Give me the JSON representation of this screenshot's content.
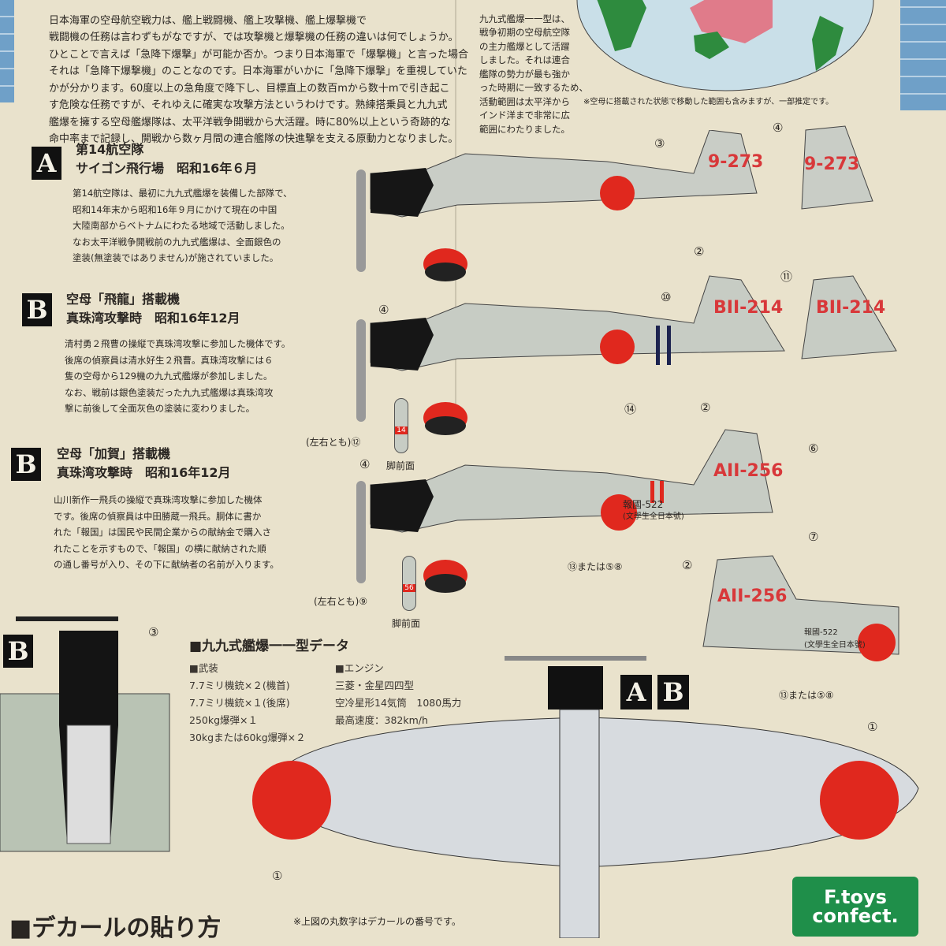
{
  "intro": {
    "lines": [
      "日本海軍の空母航空戦力は、艦上戦闘機、艦上攻撃機、艦上爆撃機で",
      "戦闘機の任務は言わずもがなですが、では攻撃機と爆撃機の任務の違いは何でしょうか。",
      "ひとことで言えば「急降下爆撃」が可能か否か。つまり日本海軍で「爆撃機」と言った場合",
      "それは「急降下爆撃機」のことなのです。日本海軍がいかに「急降下爆撃」を重視していた",
      "かが分かります。60度以上の急角度で降下し、目標直上の数百mから数十mで引き起こ",
      "す危険な任務ですが、それゆえに確実な攻撃方法というわけです。熟練搭乗員と九九式",
      "艦爆を擁する空母艦爆隊は、太平洋戦争開戦から大活躍。時に80%以上という奇跡的な",
      "命中率まで記録し、開戦から数ヶ月間の連合艦隊の快進撃を支える原動力となりました。"
    ]
  },
  "map": {
    "text": [
      "九九式艦爆一一型は、",
      "戦争初期の空母航空隊",
      "の主力艦爆として活躍",
      "しました。それは連合",
      "艦隊の勢力が最も強か",
      "った時期に一致するため、",
      "活動範囲は太平洋から",
      "インド洋まで非常に広",
      "範囲にわたりました。"
    ],
    "note": "※空母に搭載された状態で移動した範囲も含みますが、一部推定です。",
    "colors": {
      "sea": "#c9dfe8",
      "land": "#2e8b3e",
      "range": "#e07b8a"
    }
  },
  "sections": [
    {
      "badge": "A",
      "title1": "第14航空隊",
      "title2": "サイゴン飛行場　昭和16年６月",
      "body": [
        "第14航空隊は、最初に九九式艦爆を装備した部隊で、",
        "昭和14年末から昭和16年９月にかけて現在の中国",
        "大陸南部からベトナムにわたる地域で活動しました。",
        "なお太平洋戦争開戦前の九九式艦爆は、全面銀色の",
        "塗装(無塗装ではありません)が施されていました。"
      ],
      "tail_code": "9-273"
    },
    {
      "badge": "B",
      "title1": "空母「飛龍」搭載機",
      "title2": "真珠湾攻撃時　昭和16年12月",
      "body": [
        "清村勇２飛曹の操縦で真珠湾攻撃に参加した機体です。",
        "後席の偵察員は清水好生２飛曹。真珠湾攻撃には６",
        "隻の空母から129機の九九式艦爆が参加しました。",
        "なお、戦前は銀色塗装だった九九式艦爆は真珠湾攻",
        "撃に前後して全面灰色の塗装に変わりました。"
      ],
      "tail_code": "BII-214",
      "bomb_number": "14"
    },
    {
      "badge": "B",
      "title1": "空母「加賀」搭載機",
      "title2": "真珠湾攻撃時　昭和16年12月",
      "body": [
        "山川新作一飛兵の操縦で真珠湾攻撃に参加した機体",
        "です。後席の偵察員は中田勝蔵一飛兵。胴体に書か",
        "れた「報国」は国民や民間企業からの献納金で購入さ",
        "れたことを示すもので、「報国」の横に献納された順",
        "の通し番号が入り、その下に献納者の名前が入ります。"
      ],
      "tail_code": "AII-256",
      "bomb_number": "56",
      "hokoku": "報國-522",
      "donor": "(文學生全日本號)"
    }
  ],
  "callouts": {
    "c1": "①",
    "c2": "②",
    "c3": "③",
    "c4": "④",
    "c6": "⑥",
    "c7": "⑦",
    "c10": "⑩",
    "c11": "⑪",
    "c12": "(左右とも)⑫",
    "c9": "(左右とも)⑨",
    "c13": "⑬または⑤⑧",
    "c14": "⑭",
    "leg_front": "脚前面"
  },
  "data_section": {
    "badge": "B",
    "heading": "■九九式艦爆一一型データ",
    "armament_title": "■武装",
    "armament": [
      "7.7ミリ機銃×２(機首)",
      "7.7ミリ機銃×１(後席)",
      "250kg爆弾×１",
      "30kgまたは60kg爆弾×２"
    ],
    "engine_title": "■エンジン",
    "engine": [
      "三菱・金星四四型",
      "空冷星形14気筒　1080馬力",
      "最高速度：382km/h"
    ]
  },
  "ab_badges": [
    "A",
    "B"
  ],
  "footer": {
    "heading": "■デカールの貼り方",
    "note": "※上図の丸数字はデカールの番号です。",
    "logo": "F.toys confect."
  },
  "colors": {
    "paper": "#e9e2cc",
    "hinomaru": "#e0281e",
    "code_red": "#d8383a",
    "aircraft_gray": "#c9cdc6",
    "navy": "#1c2350"
  }
}
